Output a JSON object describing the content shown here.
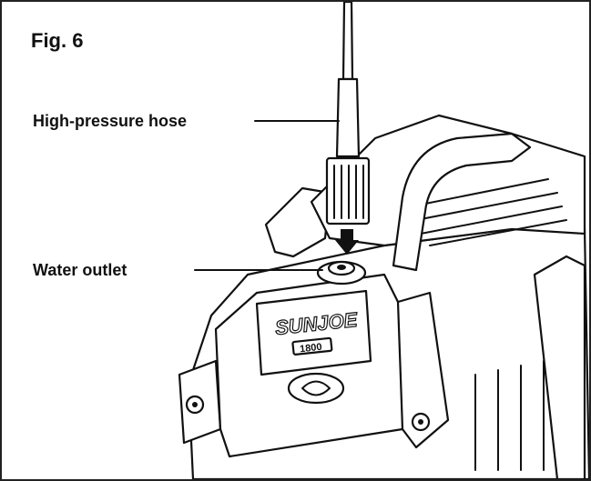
{
  "figure": {
    "label": "Fig. 6",
    "callouts": {
      "hose": "High-pressure hose",
      "outlet": "Water outlet"
    },
    "brand_logo": "SUNJOE",
    "model_badge": "1800"
  },
  "colors": {
    "line": "#111111",
    "background": "#ffffff"
  }
}
